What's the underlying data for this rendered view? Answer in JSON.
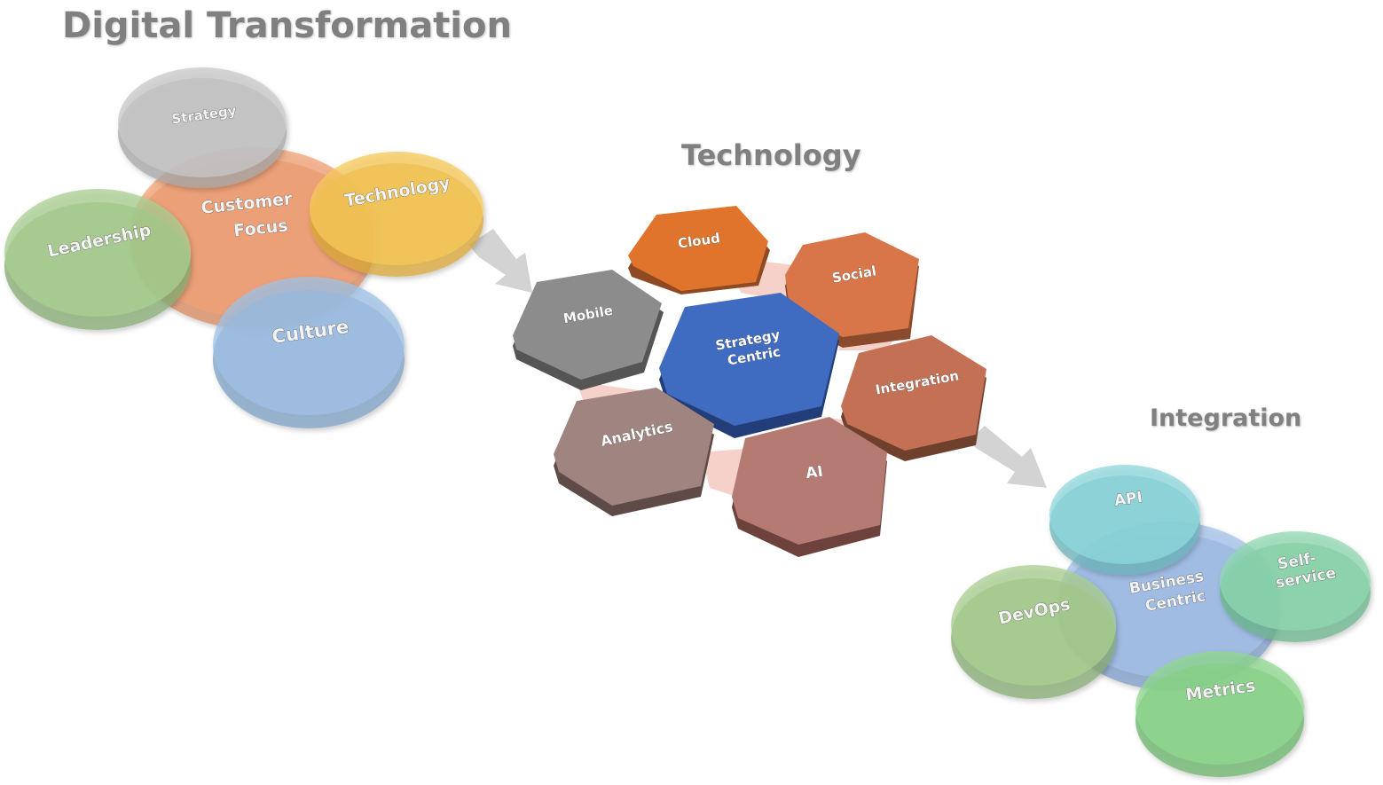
{
  "titles": {
    "main": "Digital Transformation",
    "technology": "Technology",
    "integration": "Integration"
  },
  "transformation": {
    "strategy": "Strategy",
    "customer_focus_1": "Customer",
    "customer_focus_2": "Focus",
    "leadership": "Leadership",
    "technology": "Technology",
    "culture": "Culture"
  },
  "technology": {
    "center_1": "Strategy",
    "center_2": "Centric",
    "cloud": "Cloud",
    "social": "Social",
    "mobile": "Mobile",
    "integration": "Integration",
    "analytics": "Analytics",
    "ai": "AI"
  },
  "integration": {
    "api": "API",
    "center_1": "Business",
    "center_2": "Centric",
    "devops": "DevOps",
    "self_service_1": "Self-",
    "self_service_2": "service",
    "metrics": "Metrics"
  },
  "colors": {
    "strategy": "#c8c8c8",
    "customer_focus": "#f2a275",
    "leadership": "#a9cf92",
    "technology": "#f7c95a",
    "culture": "#9fc2e6",
    "cloud": "#e0742c",
    "social": "#d8764a",
    "mobile": "#8c8c8c",
    "strategy_centric": "#3f6cc0",
    "integration": "#c47055",
    "analytics": "#a08480",
    "ai": "#b57b72",
    "api": "#8fd8de",
    "business_centric": "#a4c2ea",
    "devops": "#a9cf92",
    "self_service": "#8fd9b0",
    "metrics": "#90d890",
    "arrow": "#d0d0d0"
  }
}
